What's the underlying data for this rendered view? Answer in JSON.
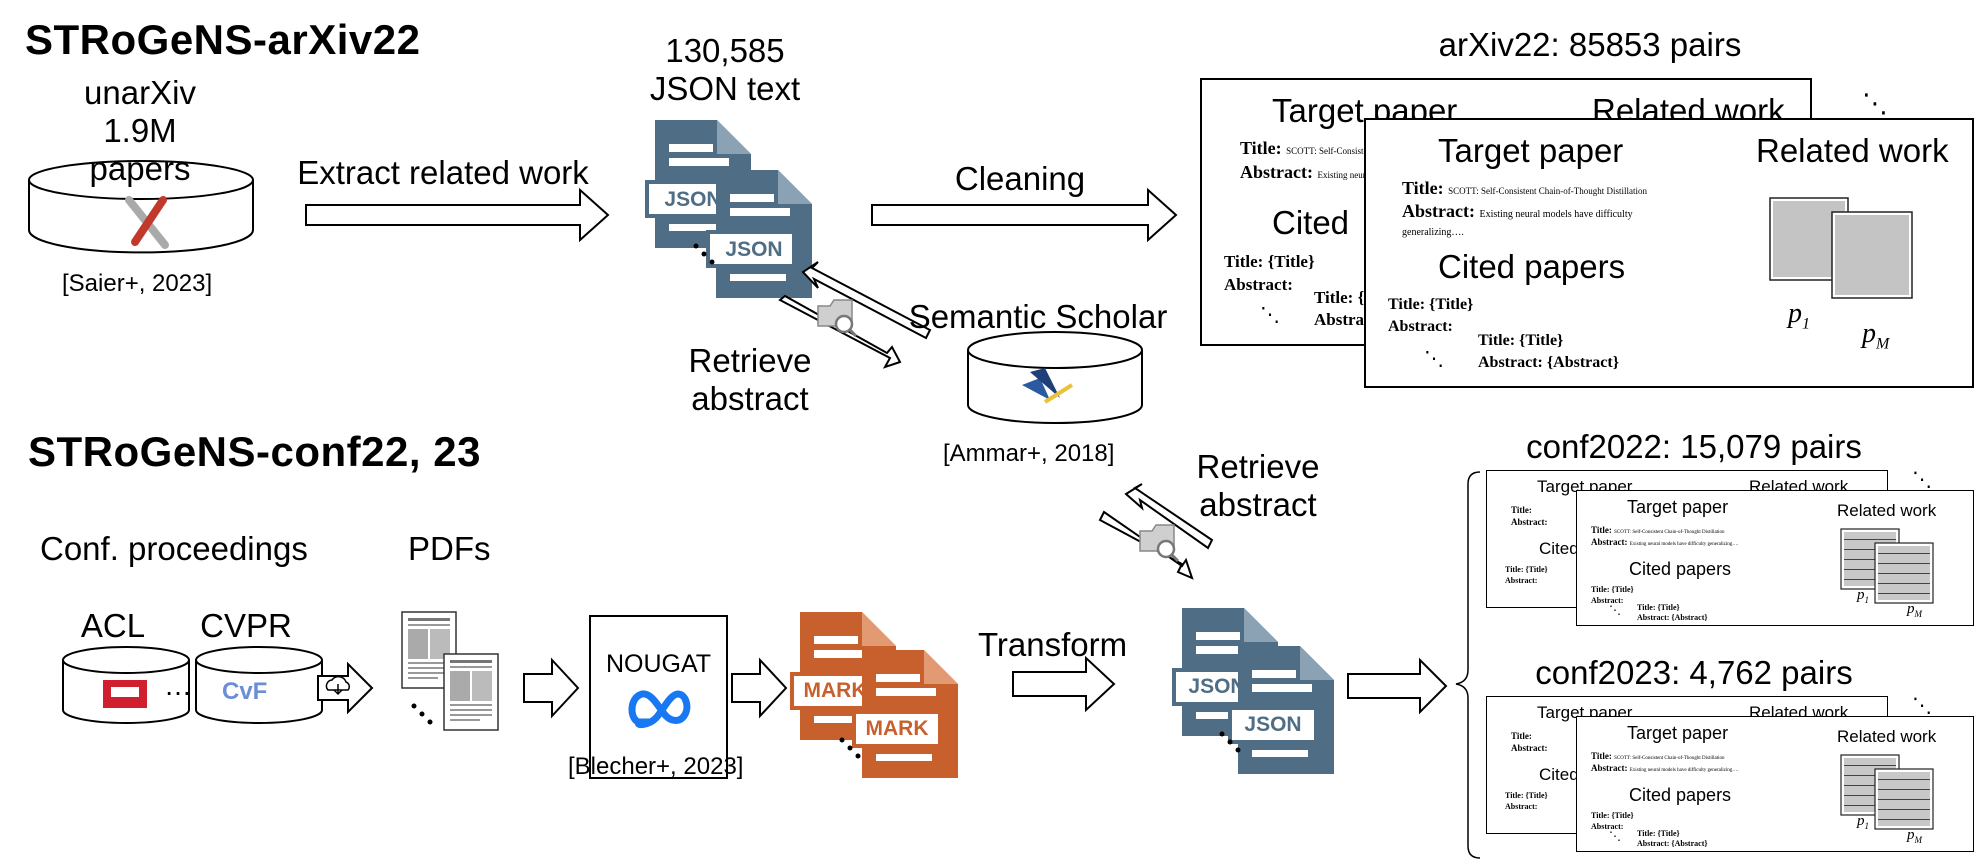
{
  "arxiv": {
    "title": "STRoGeNS-arXiv22",
    "source_line1": "unarXiv",
    "source_line2": "1.9M papers",
    "source_cite": "[Saier+, 2023]",
    "extract_label": "Extract related work",
    "json_count": "130,585",
    "json_label": "JSON text",
    "json_badge": "JSON",
    "cleaning_label": "Cleaning",
    "retrieve_line1": "Retrieve",
    "retrieve_line2": "abstract",
    "s2_label": "Semantic Scholar",
    "s2_cite": "[Ammar+, 2018]",
    "result_label": "arXiv22: 85853 pairs"
  },
  "conf": {
    "title": "STRoGeNS-conf22, 23",
    "proceedings_label": "Conf. proceedings",
    "acl_label": "ACL",
    "cvpr_label": "CVPR",
    "cvf_logo": "CvF",
    "pdfs_label": "PDFs",
    "nougat_label": "NOUGAT",
    "nougat_cite": "[Blecher+, 2023]",
    "mark_badge": "MARK",
    "transform_label": "Transform",
    "retrieve_line1": "Retrieve",
    "retrieve_line2": "abstract",
    "json_badge": "JSON",
    "result22_label": "conf2022: 15,079 pairs",
    "result23_label": "conf2023: 4,762 pairs"
  },
  "card": {
    "target_heading": "Target paper",
    "related_heading": "Related work",
    "cited_heading": "Cited papers",
    "cited_back_partial": "Cited",
    "title_key": "Title:",
    "title_value": "SCOTT: Self-Consistent Chain-of-Thought Distillation",
    "abstract_key": "Abstract:",
    "abstract_value": "Existing neural models have difficulty generalizing….",
    "abstract_value_back": "Existing neural",
    "cited_title": "Title: {Title}",
    "cited_abstract_key": "Abstract:",
    "cited_abstract": "Abstract: {Abstract}",
    "cited_partial_back": "Title: {",
    "cited_abstract_back": "Abstra",
    "p1": "p",
    "p1_sub": "1",
    "pm": "p",
    "pm_sub": "M",
    "ellipsis": "⋱"
  },
  "colors": {
    "json_blue": "#4f6e85",
    "mark_orange": "#c8602e",
    "acl_red": "#d0202f",
    "meta_blue": "#1877f2"
  },
  "icons": [
    "database-icon",
    "json-file-icon",
    "markdown-file-icon",
    "pdf-page-icon",
    "search-folder-icon",
    "cloud-download-icon",
    "arrow-icon"
  ]
}
